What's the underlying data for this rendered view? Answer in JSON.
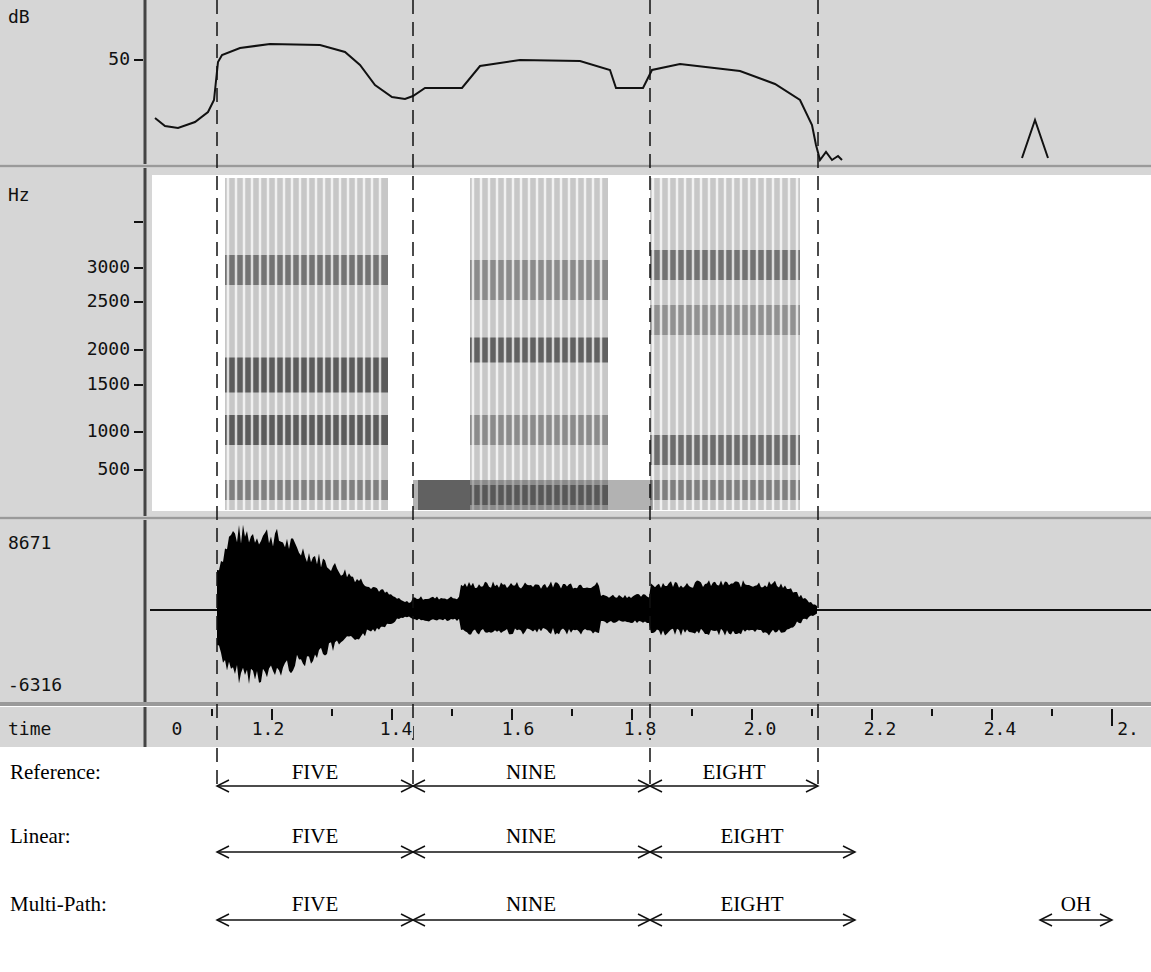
{
  "diagram": {
    "labels": [
      "dB",
      "50",
      "Hz",
      "3000",
      "2500",
      "2000",
      "1500",
      "1000",
      "500",
      "8671",
      "-6316",
      "time",
      "0",
      "1.2",
      "1.4",
      "1.6",
      "1.8",
      "2.0",
      "2.2",
      "2.4",
      "2.",
      "Reference:",
      "FIVE",
      "NINE",
      "EIGHT",
      "Linear:",
      "FIVE",
      "NINE",
      "EIGHT",
      "Multi-Path:",
      "FIVE",
      "NINE",
      "EIGHT",
      "OH"
    ]
  }
}
